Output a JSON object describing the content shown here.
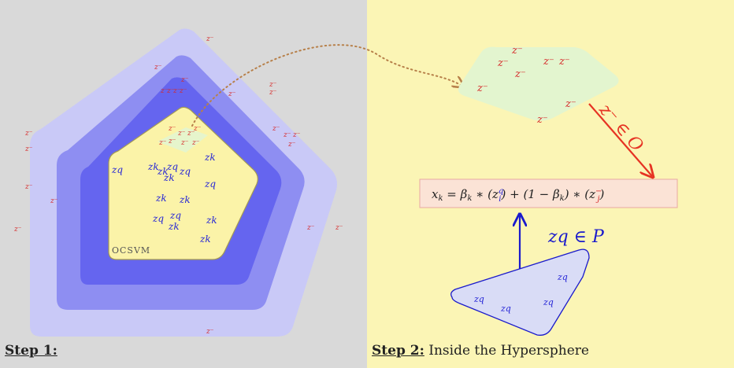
{
  "colors": {
    "left_bg": "#d9d9d9",
    "right_bg": "#fbf5b5",
    "outer_ring": "#c9c9f7",
    "ring2": "#8e8ef2",
    "ring3": "#6565ef",
    "inner_region": "#fbf3a8",
    "outlier_red": "#d62a2a",
    "pseudo_blue": "#2525d6",
    "green_region": "#e3f5cf",
    "formula_box_fill": "#fbe3d6",
    "formula_box_border": "#e8a9a1",
    "triangle_fill": "#d9dcf6",
    "arrow_red": "#e63323",
    "arrow_blue": "#1a1acc",
    "dotted_arrow": "#b7804a"
  },
  "left": {
    "region_label": "OCSVM",
    "outlier_label": "z⁻",
    "pseudo_label_q": "zq",
    "pseudo_label_k": "zk",
    "caption": "Step 1:"
  },
  "right": {
    "arrow_top_label": "z⁻ ∈ O",
    "formula": {
      "lhs": "x",
      "lhs_sub": "k",
      "eq": " = β",
      "beta_sub": "k",
      "times1": " ∗ (z",
      "zq_sub": "i",
      "zq_sup": "q",
      "mid": ") + (1 − β",
      "beta2_sub": "k",
      "times2": ") ∗ (z",
      "zm_sub": "j",
      "zm_sup": "−",
      "end": ")"
    },
    "arrow_bottom_label": "zq ∈ P",
    "caption_bold": "Step 2:",
    "caption_rest": " Inside the Hypersphere"
  }
}
